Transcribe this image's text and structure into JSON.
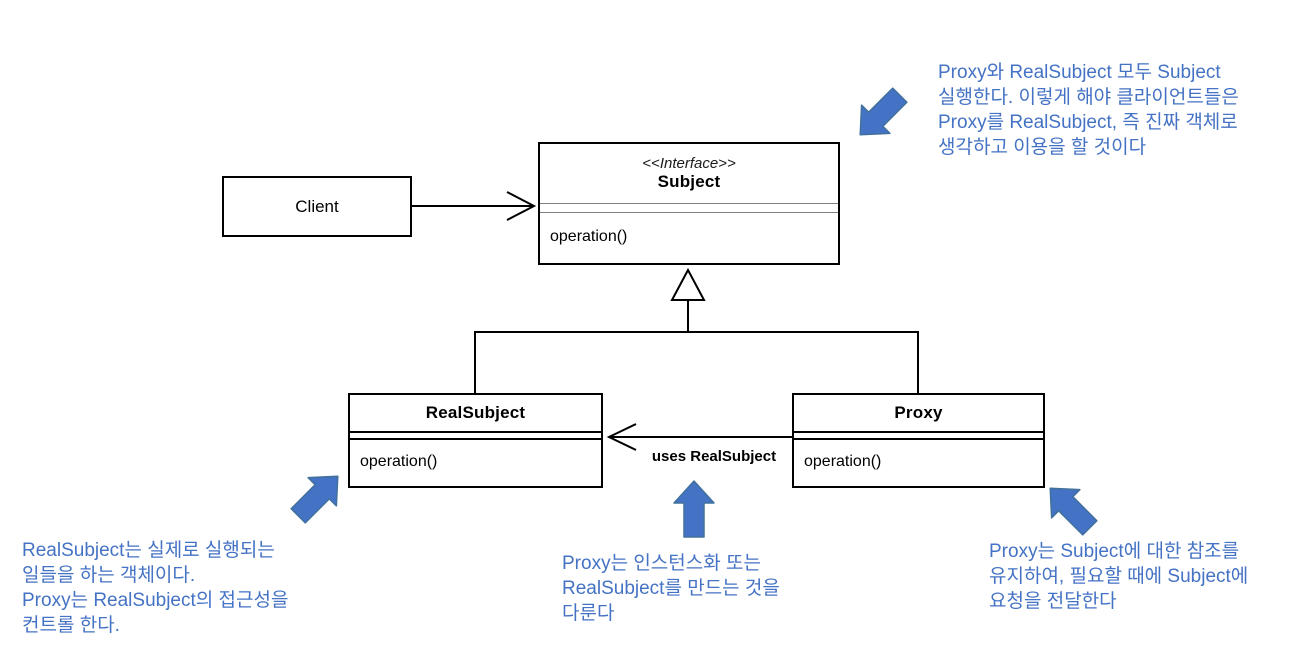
{
  "diagram": {
    "classes": {
      "client": {
        "name": "Client"
      },
      "subject": {
        "stereotype": "<<Interface>>",
        "name": "Subject",
        "operation": "operation()"
      },
      "realsubject": {
        "name": "RealSubject",
        "operation": "operation()"
      },
      "proxy": {
        "name": "Proxy",
        "operation": "operation()"
      }
    },
    "edges": {
      "uses_label": "uses RealSubject"
    },
    "annotations": {
      "top_right": {
        "lines": [
          "Proxy와 RealSubject 모두 Subject",
          "실행한다. 이렇게 해야 클라이언트들은",
          "Proxy를 RealSubject, 즉 진짜 객체로",
          "생각하고 이용을 할 것이다"
        ]
      },
      "bottom_left": {
        "lines": [
          "RealSubject는 실제로 실행되는",
          "일들을 하는 객체이다.",
          "Proxy는 RealSubject의 접근성을",
          "컨트롤 한다."
        ]
      },
      "bottom_center": {
        "lines": [
          "Proxy는 인스턴스화 또는",
          "RealSubject를 만드는 것을",
          "다룬다"
        ]
      },
      "bottom_right": {
        "lines": [
          "Proxy는 Subject에 대한 참조를",
          "유지하여, 필요할 때에 Subject에",
          "요청을 전달한다"
        ]
      }
    },
    "colors": {
      "annotation_text": "#4472C4",
      "callout_arrow_fill": "#4472C4",
      "callout_arrow_stroke": "#41719C",
      "line_color": "#000000",
      "subject_divider": "#808080"
    }
  }
}
